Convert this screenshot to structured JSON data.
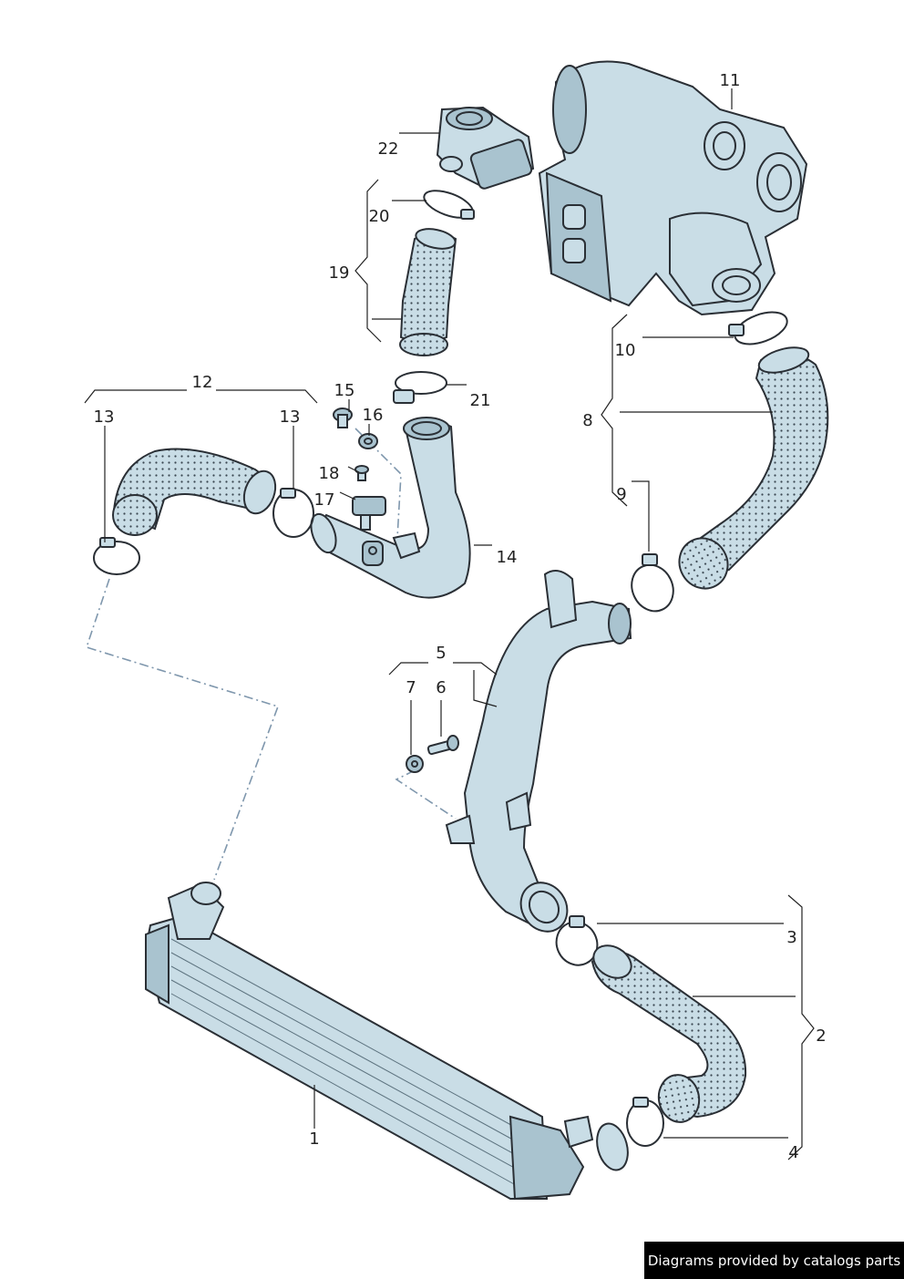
{
  "labels": {
    "l1": "1",
    "l2": "2",
    "l3": "3",
    "l4": "4",
    "l5": "5",
    "l6": "6",
    "l7": "7",
    "l8": "8",
    "l9": "9",
    "l10": "10",
    "l11": "11",
    "l12": "12",
    "l13a": "13",
    "l13b": "13",
    "l14": "14",
    "l15": "15",
    "l16": "16",
    "l17": "17",
    "l18": "18",
    "l19": "19",
    "l20": "20",
    "l21": "21",
    "l22": "22"
  },
  "footer": {
    "text": "Diagrams provided by catalogs parts"
  },
  "colors": {
    "part_fill": "#c9dde6",
    "part_shade": "#a9c3cf",
    "outline": "#2a2f35",
    "dash_line": "#7f97ad"
  }
}
